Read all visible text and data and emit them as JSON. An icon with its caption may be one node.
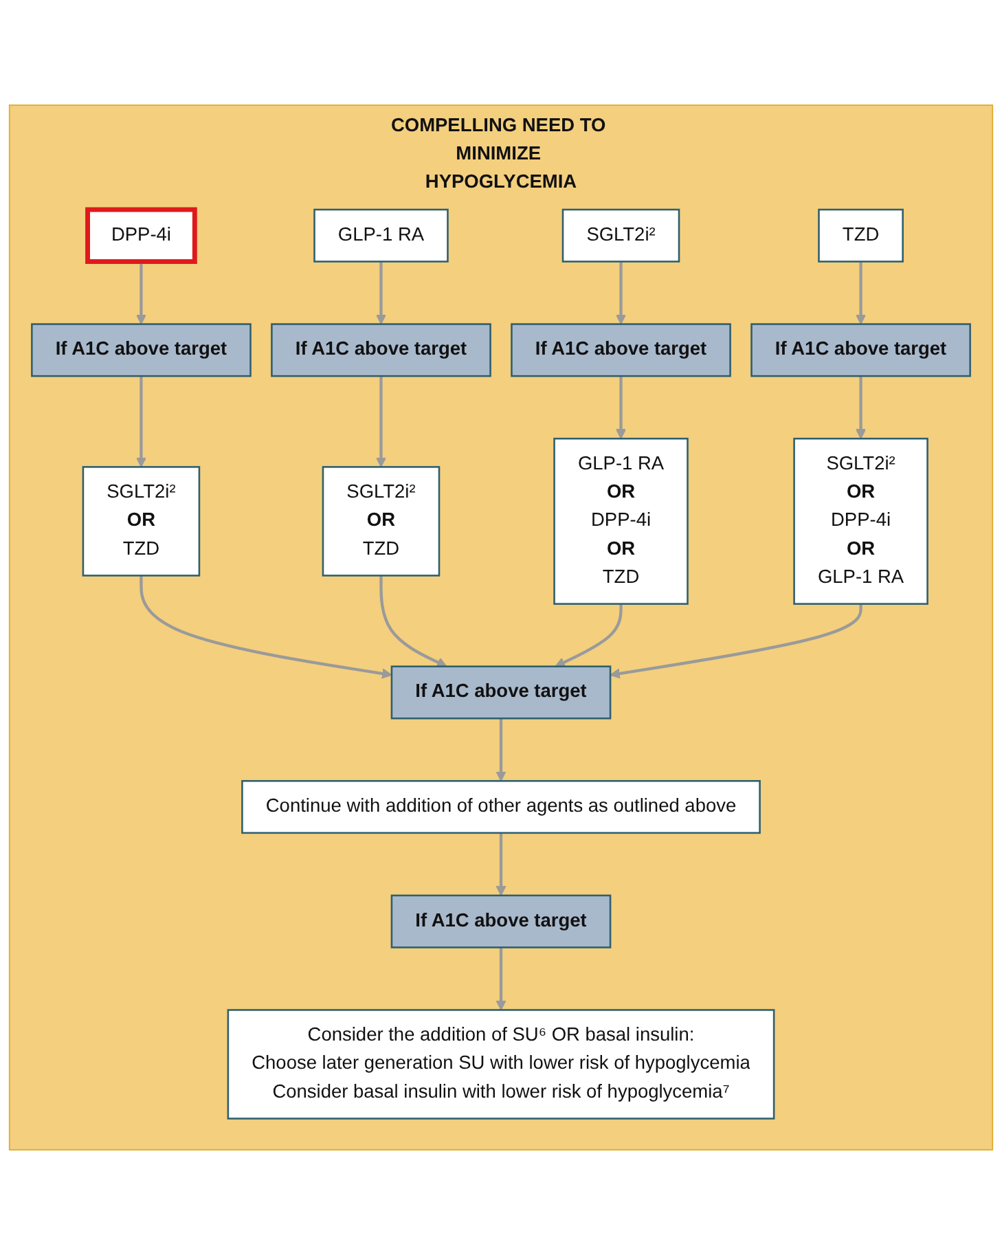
{
  "diagram": {
    "nodes": [
      {
        "text": [
          "COMPELLING NEED TO MINIMIZE HYPOGLYCEMIA"
        ]
      },
      {
        "text": [
          "DPP-4i"
        ],
        "in": 0
      },
      {
        "text": [
          "GLP-1 RA"
        ],
        "in": 0
      },
      {
        "text": [
          "SGLT2i²"
        ],
        "in": 0
      },
      {
        "text": [
          "TZD"
        ],
        "in": 0
      },
      {
        "text": [
          "If A1C above target"
        ],
        "in": 0
      },
      {
        "text": [
          "If A1C above target"
        ],
        "in": 0
      },
      {
        "text": [
          "If A1C above target"
        ],
        "in": 0
      },
      {
        "text": [
          "If A1C above target"
        ],
        "in": 0
      },
      {
        "text": [
          "SGLT2i²",
          "OR",
          "TZD"
        ],
        "in": 0
      },
      {
        "text": [
          "SGLT2i²",
          "OR",
          "TZD"
        ],
        "in": 0
      },
      {
        "text": [
          "GLP-1 RA",
          "OR",
          "DPP-4i",
          "OR",
          "TZD"
        ],
        "in": 0
      },
      {
        "text": [
          "SGLT2i²",
          "OR",
          "DPP-4i",
          "OR",
          "GLP-1 RA"
        ],
        "in": 0
      },
      {
        "text": [
          "If A1C above target"
        ],
        "in": 0
      },
      {
        "text": [
          "Continue with addition of other agents as outlined above"
        ],
        "in": 0
      },
      {
        "text": [
          "If A1C  above target"
        ],
        "in": 0
      },
      {
        "text": [
          "Consider the addition of SU⁶ OR basal insulin:",
          "Choose later generation SU with lower risk of hypoglycemia",
          "Consider basal insulin with lower risk of hypoglycemia⁷"
        ],
        "in": 0
      }
    ],
    "edges": [
      {
        "from": 1,
        "to": 5,
        "arrow": "to"
      },
      {
        "from": 2,
        "to": 6,
        "arrow": "to"
      },
      {
        "from": 3,
        "to": 7,
        "arrow": "to"
      },
      {
        "from": 4,
        "to": 8,
        "arrow": "to"
      },
      {
        "from": 5,
        "to": 9,
        "arrow": "to"
      },
      {
        "from": 6,
        "to": 10,
        "arrow": "to"
      },
      {
        "from": 7,
        "to": 11,
        "arrow": "to"
      },
      {
        "from": 8,
        "to": 12,
        "arrow": "to"
      },
      {
        "from": 9,
        "to": 13,
        "arrow": "to"
      },
      {
        "from": 10,
        "to": 13,
        "arrow": "to"
      },
      {
        "from": 11,
        "to": 13,
        "arrow": "to"
      },
      {
        "from": 12,
        "to": 13,
        "arrow": "to"
      },
      {
        "from": 13,
        "to": 14,
        "arrow": "to"
      },
      {
        "from": 14,
        "to": 15,
        "arrow": "to"
      },
      {
        "from": 15,
        "to": 16,
        "arrow": "to"
      }
    ]
  }
}
